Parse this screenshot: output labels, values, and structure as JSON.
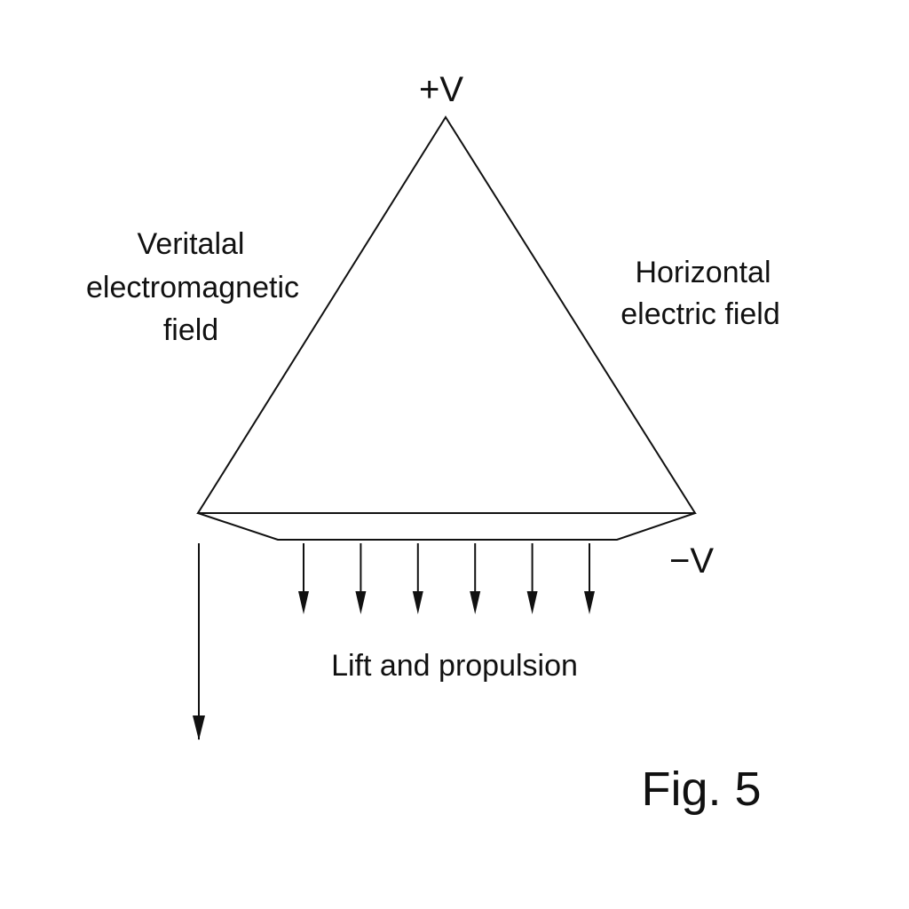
{
  "labels": {
    "positive_voltage": "+V",
    "negative_voltage": "−V",
    "left_field": [
      "Veritalal",
      "electromagnetic",
      "field"
    ],
    "right_field": [
      "Horizontal",
      "electric field"
    ],
    "lift": "Lift and propulsion",
    "figure": "Fig. 5"
  },
  "colors": {
    "stroke": "#111111",
    "background": "#ffffff"
  },
  "downward_arrow_count": 6
}
